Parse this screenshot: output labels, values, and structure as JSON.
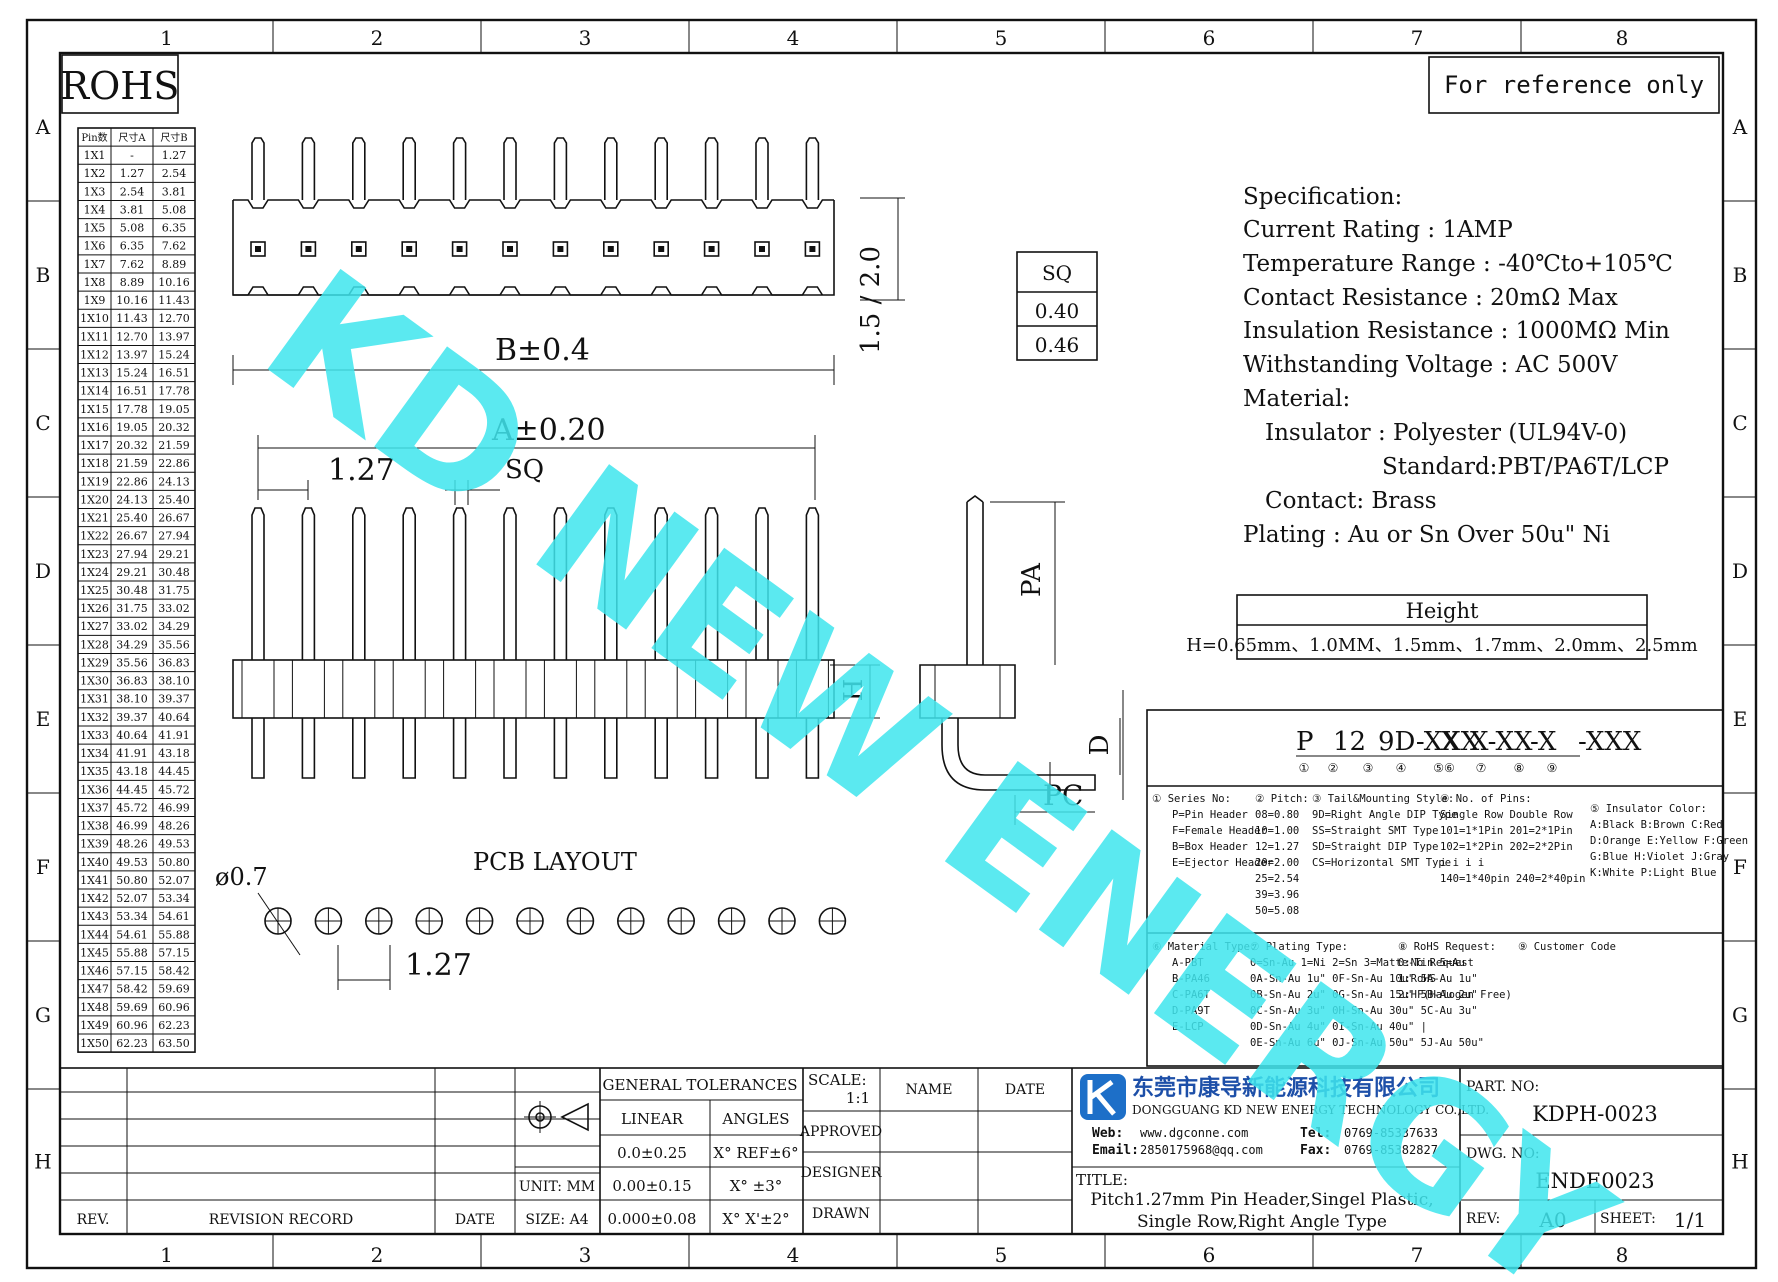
{
  "frame": {
    "columns": [
      "1",
      "2",
      "3",
      "4",
      "5",
      "6",
      "7",
      "8"
    ],
    "rows": [
      "A",
      "B",
      "C",
      "D",
      "E",
      "F",
      "G",
      "H"
    ]
  },
  "rohs": "ROHS",
  "reference_note": "For reference only",
  "pin_table": {
    "headers": [
      "Pin数",
      "尺寸A",
      "尺寸B"
    ],
    "rows": [
      [
        "1X1",
        "-",
        "1.27"
      ],
      [
        "1X2",
        "1.27",
        "2.54"
      ],
      [
        "1X3",
        "2.54",
        "3.81"
      ],
      [
        "1X4",
        "3.81",
        "5.08"
      ],
      [
        "1X5",
        "5.08",
        "6.35"
      ],
      [
        "1X6",
        "6.35",
        "7.62"
      ],
      [
        "1X7",
        "7.62",
        "8.89"
      ],
      [
        "1X8",
        "8.89",
        "10.16"
      ],
      [
        "1X9",
        "10.16",
        "11.43"
      ],
      [
        "1X10",
        "11.43",
        "12.70"
      ],
      [
        "1X11",
        "12.70",
        "13.97"
      ],
      [
        "1X12",
        "13.97",
        "15.24"
      ],
      [
        "1X13",
        "15.24",
        "16.51"
      ],
      [
        "1X14",
        "16.51",
        "17.78"
      ],
      [
        "1X15",
        "17.78",
        "19.05"
      ],
      [
        "1X16",
        "19.05",
        "20.32"
      ],
      [
        "1X17",
        "20.32",
        "21.59"
      ],
      [
        "1X18",
        "21.59",
        "22.86"
      ],
      [
        "1X19",
        "22.86",
        "24.13"
      ],
      [
        "1X20",
        "24.13",
        "25.40"
      ],
      [
        "1X21",
        "25.40",
        "26.67"
      ],
      [
        "1X22",
        "26.67",
        "27.94"
      ],
      [
        "1X23",
        "27.94",
        "29.21"
      ],
      [
        "1X24",
        "29.21",
        "30.48"
      ],
      [
        "1X25",
        "30.48",
        "31.75"
      ],
      [
        "1X26",
        "31.75",
        "33.02"
      ],
      [
        "1X27",
        "33.02",
        "34.29"
      ],
      [
        "1X28",
        "34.29",
        "35.56"
      ],
      [
        "1X29",
        "35.56",
        "36.83"
      ],
      [
        "1X30",
        "36.83",
        "38.10"
      ],
      [
        "1X31",
        "38.10",
        "39.37"
      ],
      [
        "1X32",
        "39.37",
        "40.64"
      ],
      [
        "1X33",
        "40.64",
        "41.91"
      ],
      [
        "1X34",
        "41.91",
        "43.18"
      ],
      [
        "1X35",
        "43.18",
        "44.45"
      ],
      [
        "1X36",
        "44.45",
        "45.72"
      ],
      [
        "1X37",
        "45.72",
        "46.99"
      ],
      [
        "1X38",
        "46.99",
        "48.26"
      ],
      [
        "1X39",
        "48.26",
        "49.53"
      ],
      [
        "1X40",
        "49.53",
        "50.80"
      ],
      [
        "1X41",
        "50.80",
        "52.07"
      ],
      [
        "1X42",
        "52.07",
        "53.34"
      ],
      [
        "1X43",
        "53.34",
        "54.61"
      ],
      [
        "1X44",
        "54.61",
        "55.88"
      ],
      [
        "1X45",
        "55.88",
        "57.15"
      ],
      [
        "1X46",
        "57.15",
        "58.42"
      ],
      [
        "1X47",
        "58.42",
        "59.69"
      ],
      [
        "1X48",
        "59.69",
        "60.96"
      ],
      [
        "1X49",
        "60.96",
        "62.23"
      ],
      [
        "1X50",
        "62.23",
        "63.50"
      ]
    ]
  },
  "dimensions": {
    "b": "B±0.4",
    "a": "A±0.20",
    "sq": "SQ",
    "pitch": "1.27",
    "pcb_pitch": "1.27",
    "side_height": "1.5 / 2.0",
    "pa": "PA",
    "h": "H",
    "d": "D",
    "pc": "PC",
    "hole": "ø0.7",
    "pcb_layout": "PCB LAYOUT"
  },
  "sq_table": {
    "header": "SQ",
    "values": [
      "0.40",
      "0.46"
    ]
  },
  "specification": {
    "title": "Specification:",
    "lines": [
      "Current Rating : 1AMP",
      "Temperature Range : -40℃to+105℃",
      "Contact Resistance : 20mΩ Max",
      "Insulation Resistance : 1000MΩ Min",
      "Withstanding Voltage : AC 500V",
      "Material:",
      "Insulator : Polyester (UL94V-0)",
      "Standard:PBT/PA6T/LCP",
      "Contact: Brass",
      "Plating : Au or Sn Over 50u\" Ni"
    ]
  },
  "height_table": {
    "header": "Height",
    "value": "H=0.65mm、1.0MM、1.5mm、1.7mm、2.0mm、2.5mm"
  },
  "part_code": {
    "segments": [
      "P",
      "12",
      "9D-XXX",
      "X",
      "X-XX",
      "-X",
      "-XXX"
    ],
    "markers": [
      "①",
      "②",
      "③",
      "④",
      "⑤⑥",
      "⑦",
      "⑧",
      "⑨"
    ]
  },
  "legend": {
    "series": [
      "① Series No:",
      "P=Pin Header",
      "F=Female Header",
      "B=Box Header",
      "E=Ejector Header"
    ],
    "pitch": [
      "② Pitch:",
      "08=0.80",
      "10=1.00",
      "12=1.27",
      "20=2.00",
      "25=2.54",
      "39=3.96",
      "50=5.08"
    ],
    "tail": [
      "③ Tail&Mounting Style:",
      "9D=Right Angle DIP Type",
      "SS=Straight SMT Type",
      "SD=Straight DIP Type",
      "CS=Horizontal SMT Type"
    ],
    "pins": [
      "④ No. of Pins:",
      "Single Row   Double Row",
      "101=1*1Pin   201=2*1Pin",
      "102=1*2Pin   202=2*2Pin",
      "i   i            i   i",
      "140=1*40pin  240=2*40pin"
    ],
    "color": [
      "⑤ Insulator Color:",
      "A:Black  B:Brown  C:Red",
      "D:Orange E:Yellow F:Green",
      "G:Blue   H:Violet J:Gray",
      "K:White  P:Light Blue"
    ],
    "material": [
      "⑥ Material Type:",
      "A-PBT",
      "B-PA46",
      "C-PA6T",
      "D-PA9T",
      "E-LCP"
    ],
    "plating": [
      "⑦ Plating Type:",
      "0=Sn-Au 1=Ni 2=Sn 3=Matte-Tin 5=Au",
      "0A-Sn-Au 1u\" 0F-Sn-Au 10u\" 5A-Au 1u\"",
      "0B-Sn-Au 2u\" 0G-Sn-Au 15u\" 5B-Au 2u\"",
      "0C-Sn-Au 3u\" 0H-Sn-Au 30u\" 5C-Au 3u\"",
      "0D-Sn-Au 4u\" 0I-Sn-Au 40u\"      |",
      "0E-Sn-Au 6u\" 0J-Sn-Au 50u\" 5J-Au 50u\""
    ],
    "rohs": [
      "⑧ RoHS Request:",
      "0:No Request",
      "1:RoHS",
      "2:HF(Halogen Free)"
    ],
    "customer": [
      "⑨ Customer Code"
    ]
  },
  "title_block": {
    "rev": "REV.",
    "revision_record": "REVISION RECORD",
    "date_label": "DATE",
    "general_tolerances": "GENERAL TOLERANCES",
    "linear": "LINEAR",
    "angles": "ANGLES",
    "lin_values": [
      "0.0±0.25",
      "0.00±0.15",
      "0.000±0.08"
    ],
    "ang_values": [
      "X° REF±6°",
      "X° ±3°",
      "X° X'±2°"
    ],
    "unit": "UNIT: MM",
    "size": "SIZE: A4",
    "scale_label": "SCALE:",
    "scale_value": "1:1",
    "name": "NAME",
    "date": "DATE",
    "approved": "APPROVED",
    "designer": "DESIGNER",
    "drawn": "DRAWN",
    "company_cn": "东莞市康导新能源科技有限公司",
    "company_en": "DONGGUANG KD NEW ENERGY TECHNOLOGY CO.,LTD.",
    "web_label": "Web:",
    "web": "www.dgconne.com",
    "email_label": "Email:",
    "email": "2850175968@qq.com",
    "tel_label": "Tel:",
    "tel": "0769-85337633",
    "fax_label": "Fax:",
    "fax": "0769-85382827",
    "title_label": "TITLE:",
    "title_line1": "Pitch1.27mm Pin Header,Singel Plastic,",
    "title_line2": "Single Row,Right Angle Type",
    "part_no_label": "PART. NO:",
    "part_no": "KDPH-0023",
    "dwg_no_label": "DWG. NO:",
    "dwg_no": "ENDE0023",
    "rev_label": "REV:",
    "rev_value": "A0",
    "sheet_label": "SHEET:",
    "sheet_value": "1/1"
  },
  "watermark": "KD NEW ENERGY"
}
